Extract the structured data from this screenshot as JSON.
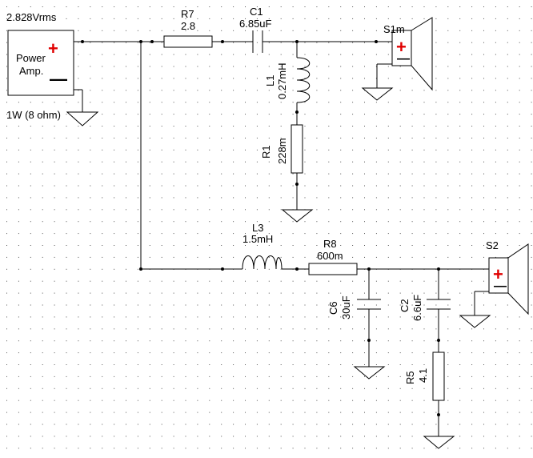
{
  "amp": {
    "voltage": "2.828Vrms",
    "name_line1": "Power",
    "name_line2": "Amp.",
    "power": "1W (8 ohm)",
    "plus_sign": "+",
    "minus_sign": "—"
  },
  "components": {
    "r7": {
      "ref": "R7",
      "value": "2.8"
    },
    "c1": {
      "ref": "C1",
      "value": "6.85uF"
    },
    "l1": {
      "ref": "L1",
      "value": "0.27mH"
    },
    "r1": {
      "ref": "R1",
      "value": "228m"
    },
    "l3": {
      "ref": "L3",
      "value": "1.5mH"
    },
    "r8": {
      "ref": "R8",
      "value": "600m"
    },
    "c6": {
      "ref": "C6",
      "value": "30uF"
    },
    "c2": {
      "ref": "C2",
      "value": "6.6uF"
    },
    "r5": {
      "ref": "R5",
      "value": "4.1"
    }
  },
  "speakers": {
    "s1": {
      "ref": "S1m",
      "plus": "+",
      "minus": "—"
    },
    "s2": {
      "ref": "S2",
      "plus": "+",
      "minus": "—"
    }
  },
  "colors": {
    "wire": "#000000",
    "plus": "#e00000",
    "grid_dot": "#555555",
    "background": "#ffffff"
  }
}
